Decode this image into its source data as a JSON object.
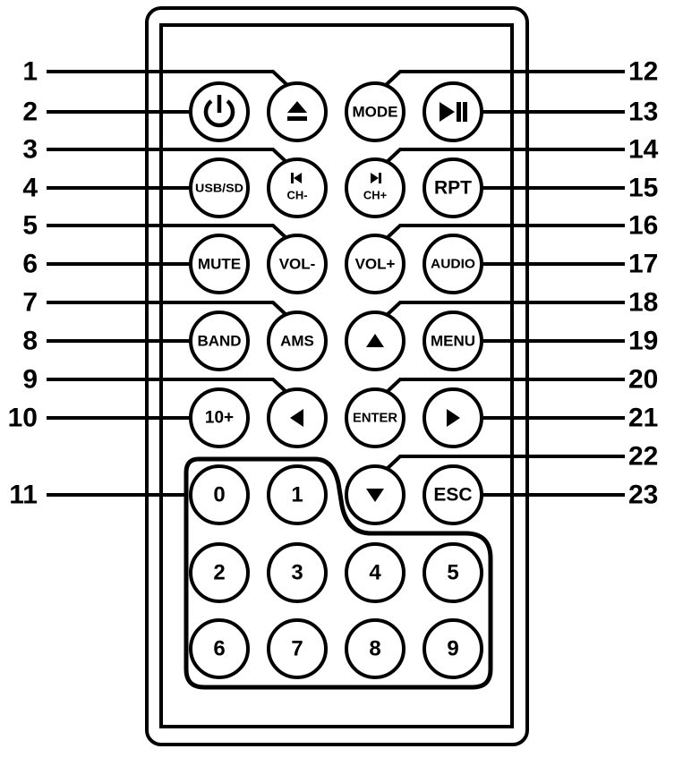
{
  "callouts_left": [
    "1",
    "2",
    "3",
    "4",
    "5",
    "6",
    "7",
    "8",
    "9",
    "10",
    "11"
  ],
  "callouts_right": [
    "12",
    "13",
    "14",
    "15",
    "16",
    "17",
    "18",
    "19",
    "20",
    "21",
    "22",
    "23"
  ],
  "buttons": [
    {
      "name": "power-button",
      "label": "",
      "icon": "power-icon"
    },
    {
      "name": "eject-button",
      "label": "",
      "icon": "eject-icon"
    },
    {
      "name": "mode-button",
      "label": "MODE"
    },
    {
      "name": "play-pause-button",
      "label": "",
      "icon": "play-pause-icon"
    },
    {
      "name": "usb-sd-button",
      "label": "USB/SD"
    },
    {
      "name": "ch-minus-button",
      "label": "CH-",
      "icon": "skip-previous-icon"
    },
    {
      "name": "ch-plus-button",
      "label": "CH+",
      "icon": "skip-next-icon"
    },
    {
      "name": "rpt-button",
      "label": "RPT"
    },
    {
      "name": "mute-button",
      "label": "MUTE"
    },
    {
      "name": "vol-minus-button",
      "label": "VOL-"
    },
    {
      "name": "vol-plus-button",
      "label": "VOL+"
    },
    {
      "name": "audio-button",
      "label": "AUDIO"
    },
    {
      "name": "band-button",
      "label": "BAND"
    },
    {
      "name": "ams-button",
      "label": "AMS"
    },
    {
      "name": "up-button",
      "label": "",
      "icon": "arrow-up-icon"
    },
    {
      "name": "menu-button",
      "label": "MENU"
    },
    {
      "name": "ten-plus-button",
      "label": "10+"
    },
    {
      "name": "left-button",
      "label": "",
      "icon": "arrow-left-icon"
    },
    {
      "name": "enter-button",
      "label": "ENTER"
    },
    {
      "name": "right-button",
      "label": "",
      "icon": "arrow-right-icon"
    },
    {
      "name": "digit-0-button",
      "label": "0"
    },
    {
      "name": "digit-1-button",
      "label": "1"
    },
    {
      "name": "down-button",
      "label": "",
      "icon": "arrow-down-icon"
    },
    {
      "name": "esc-button",
      "label": "ESC"
    },
    {
      "name": "digit-2-button",
      "label": "2"
    },
    {
      "name": "digit-3-button",
      "label": "3"
    },
    {
      "name": "digit-4-button",
      "label": "4"
    },
    {
      "name": "digit-5-button",
      "label": "5"
    },
    {
      "name": "digit-6-button",
      "label": "6"
    },
    {
      "name": "digit-7-button",
      "label": "7"
    },
    {
      "name": "digit-8-button",
      "label": "8"
    },
    {
      "name": "digit-9-button",
      "label": "9"
    }
  ]
}
